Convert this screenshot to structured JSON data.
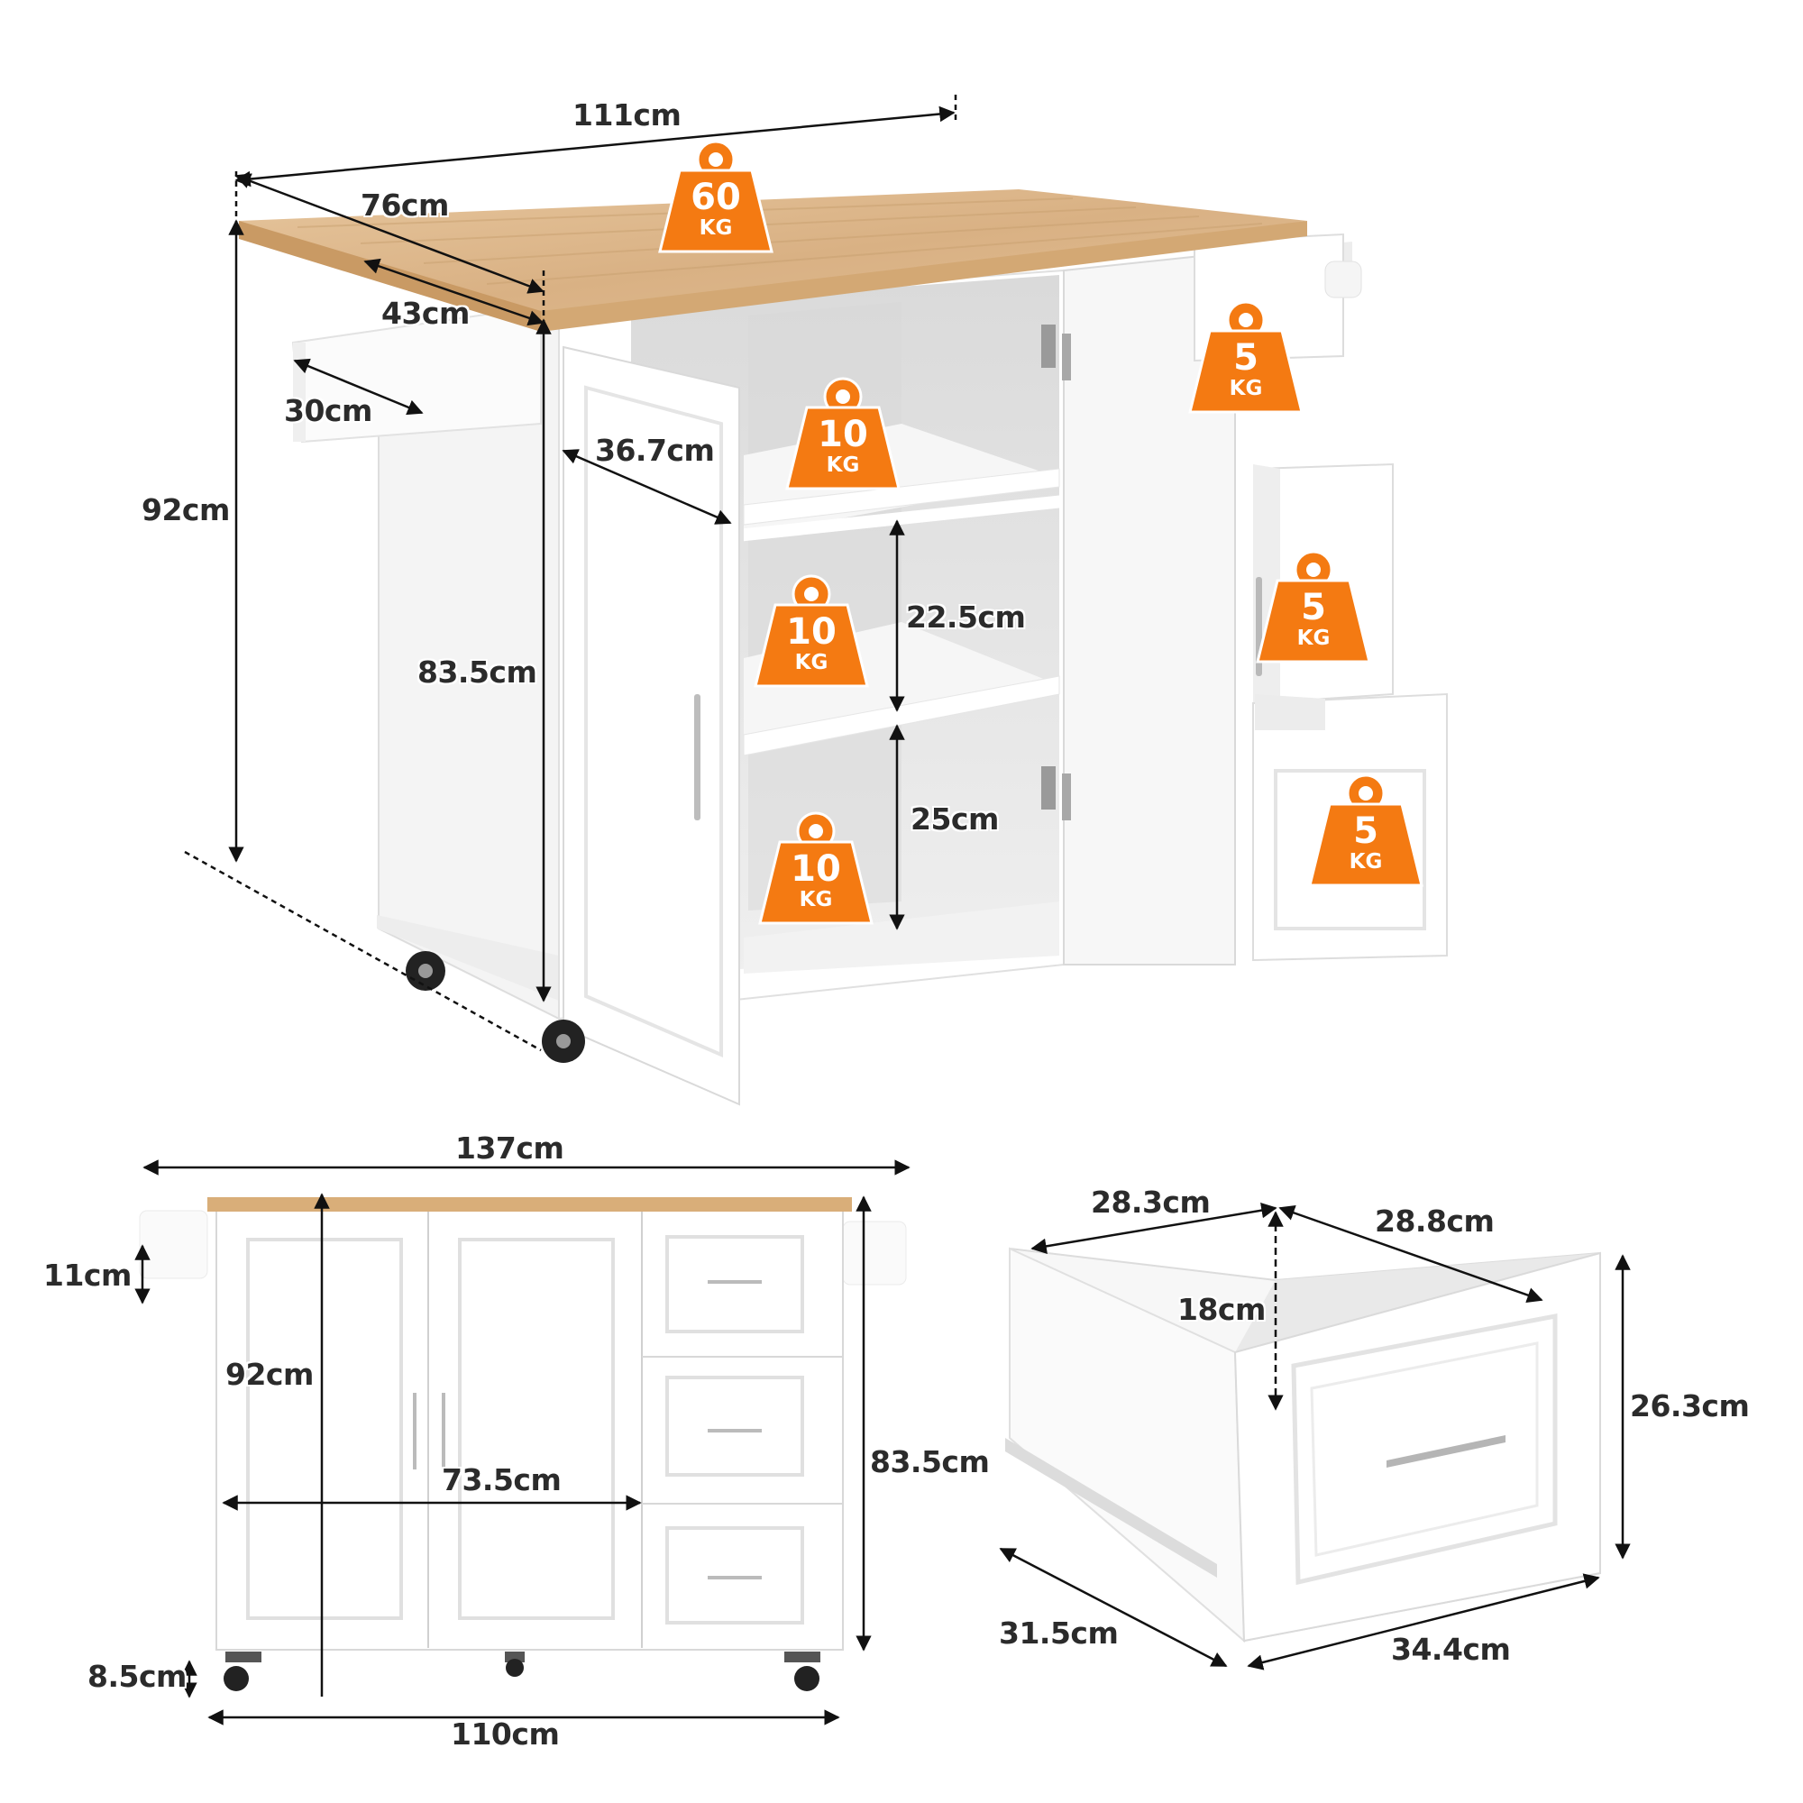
{
  "colors": {
    "weight_badge": "#F47A12",
    "wood_top": "#DDB88C",
    "wood_edge": "#C99A64",
    "cabinet": "#FFFFFF",
    "cabinet_shade": "#ECECEC",
    "interior": "#E3E3E3",
    "dimension_line": "#111111",
    "text": "#2B2B2B"
  },
  "main_view": {
    "dimensions": {
      "top_length": "111cm",
      "top_depth": "76cm",
      "drop_leaf": "43cm",
      "towel_rack": "30cm",
      "total_height": "92cm",
      "cabinet_height": "83.5cm",
      "cabinet_depth": "36.7cm",
      "shelf_gap_middle": "22.5cm",
      "shelf_gap_bottom": "25cm"
    },
    "weights": [
      {
        "id": "countertop",
        "value": "60",
        "unit": "KG"
      },
      {
        "id": "top_shelf",
        "value": "10",
        "unit": "KG"
      },
      {
        "id": "middle_shelf",
        "value": "10",
        "unit": "KG"
      },
      {
        "id": "bottom_shelf",
        "value": "10",
        "unit": "KG"
      },
      {
        "id": "drawer_top",
        "value": "5",
        "unit": "KG"
      },
      {
        "id": "drawer_middle",
        "value": "5",
        "unit": "KG"
      },
      {
        "id": "drawer_bottom",
        "value": "5",
        "unit": "KG"
      }
    ]
  },
  "front_view": {
    "dimensions": {
      "overall_width": "137cm",
      "rack_height": "11cm",
      "total_height": "92cm",
      "cabinet_height": "83.5cm",
      "door_width": "73.5cm",
      "wheel_height": "8.5cm",
      "body_width": "110cm"
    }
  },
  "drawer_view": {
    "dimensions": {
      "inner_width": "28.3cm",
      "inner_depth": "28.8cm",
      "inner_height": "18cm",
      "outer_height": "26.3cm",
      "outer_depth": "31.5cm",
      "outer_width": "34.4cm"
    }
  }
}
